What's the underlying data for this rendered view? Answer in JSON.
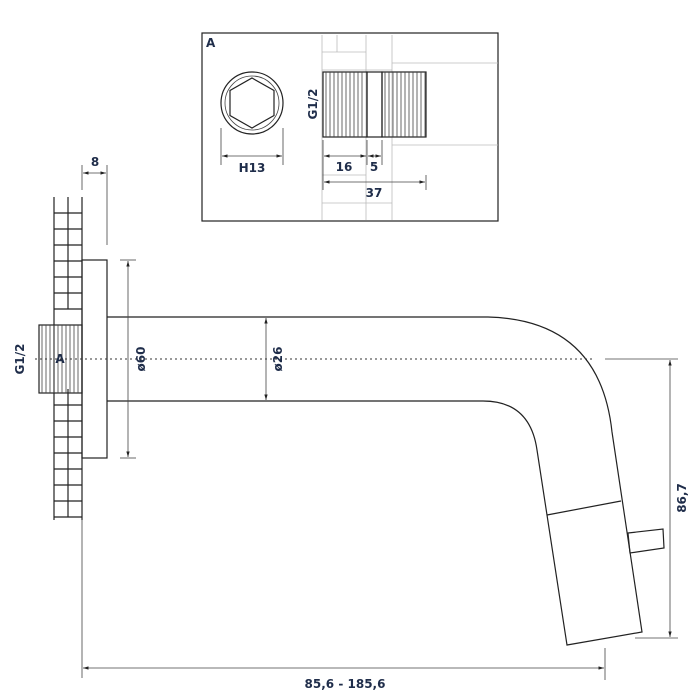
{
  "drawing": {
    "detail_label": "A",
    "detail": {
      "hex_label": "H13",
      "thread_label": "G1/2",
      "dim_16": "16",
      "dim_5": "5",
      "dim_37": "37"
    },
    "main": {
      "rosette_depth": "8",
      "thread_label": "G1/2",
      "detail_marker": "A",
      "rosette_diameter": "ø60",
      "pipe_diameter": "ø26",
      "height": "86,7",
      "projection": "85,6 - 185,6"
    }
  }
}
